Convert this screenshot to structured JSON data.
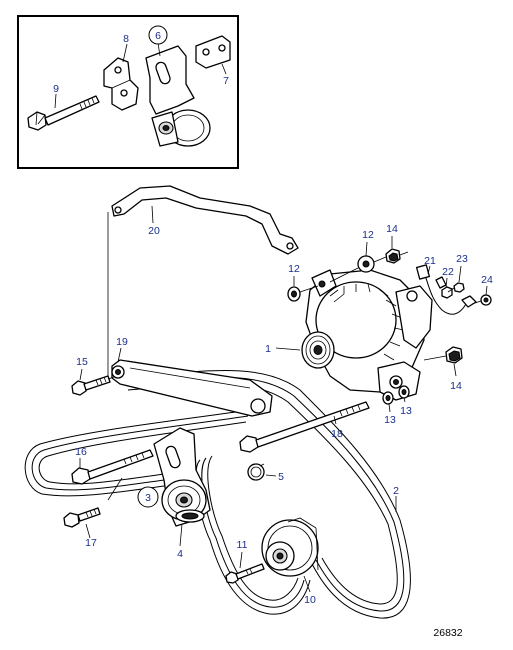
{
  "diagram": {
    "figure_number": "26832",
    "callouts": {
      "c1": "1",
      "c2": "2",
      "c3": "3",
      "c4": "4",
      "c5": "5",
      "c6": "6",
      "c7": "7",
      "c8": "8",
      "c9": "9",
      "c10": "10",
      "c11": "11",
      "c12a": "12",
      "c12b": "12",
      "c13a": "13",
      "c13b": "13",
      "c14a": "14",
      "c14b": "14",
      "c15": "15",
      "c16": "16",
      "c17": "17",
      "c18": "18",
      "c19": "19",
      "c20": "20",
      "c21": "21",
      "c22": "22",
      "c23": "23",
      "c24": "24"
    },
    "colors": {
      "callout_text": "#1a2e8c",
      "line_art": "#000000"
    }
  }
}
